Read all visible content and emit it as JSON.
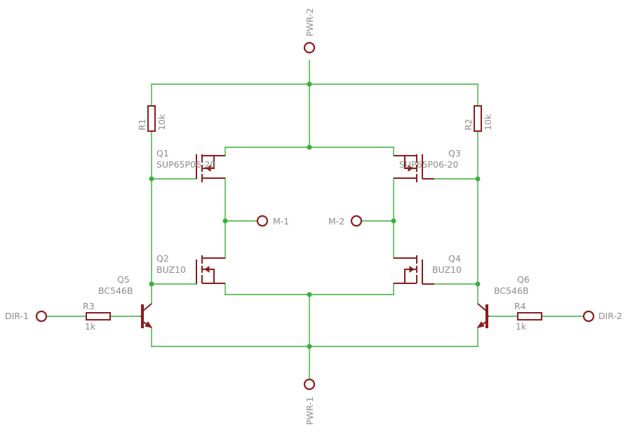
{
  "colors": {
    "wire": "#3cae3c",
    "symbol": "#8c1c1c",
    "text": "#8c8c8c",
    "background": "#ffffff"
  },
  "ports": {
    "pwr2": "PWR-2",
    "pwr1": "PWR-1",
    "m1": "M-1",
    "m2": "M-2",
    "dir1": "DIR-1",
    "dir2": "DIR-2"
  },
  "parts": {
    "r1": {
      "name": "R1",
      "value": "10k"
    },
    "r2": {
      "name": "R2",
      "value": "10k"
    },
    "r3": {
      "name": "R3",
      "value": "1k"
    },
    "r4": {
      "name": "R4",
      "value": "1k"
    },
    "q1": {
      "name": "Q1",
      "value": "SUP65P06-20"
    },
    "q2": {
      "name": "Q2",
      "value": "BUZ10"
    },
    "q3": {
      "name": "Q3",
      "value": "SUP65P06-20"
    },
    "q4": {
      "name": "Q4",
      "value": "BUZ10"
    },
    "q5": {
      "name": "Q5",
      "value": "BC546B"
    },
    "q6": {
      "name": "Q6",
      "value": "BC546B"
    }
  }
}
